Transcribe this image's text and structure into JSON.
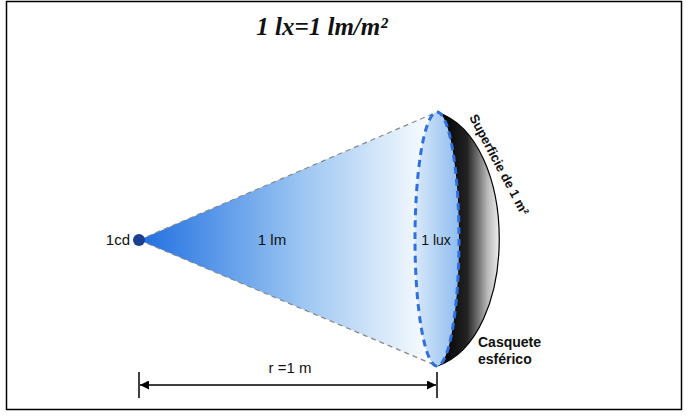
{
  "diagram": {
    "title": "1 lx=1 lm/m²",
    "labels": [
      "1cd",
      "1 lm",
      "1 lux",
      "Superficie de 1 m²",
      "Casquete esférico",
      "r =1 m"
    ]
  }
}
